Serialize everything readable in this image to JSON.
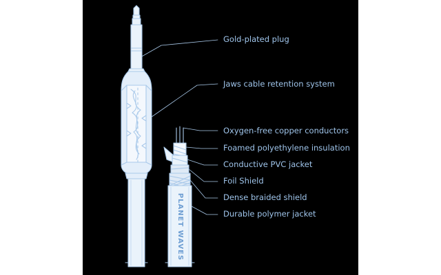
{
  "diagram": {
    "background_color": "#000000",
    "line_color": "#a9c9ea",
    "label_color": "#9fc4ea",
    "fill_color": "#eaf3fb",
    "callouts": [
      "Gold-plated plug",
      "Jaws cable retention system",
      "Oxygen-free copper conductors",
      "Foamed polyethylene insulation",
      "Conductive PVC jacket",
      "Foil Shield",
      "Dense braided shield",
      "Durable polymer jacket"
    ],
    "cable_brand_print": "PLANET WAVES"
  }
}
